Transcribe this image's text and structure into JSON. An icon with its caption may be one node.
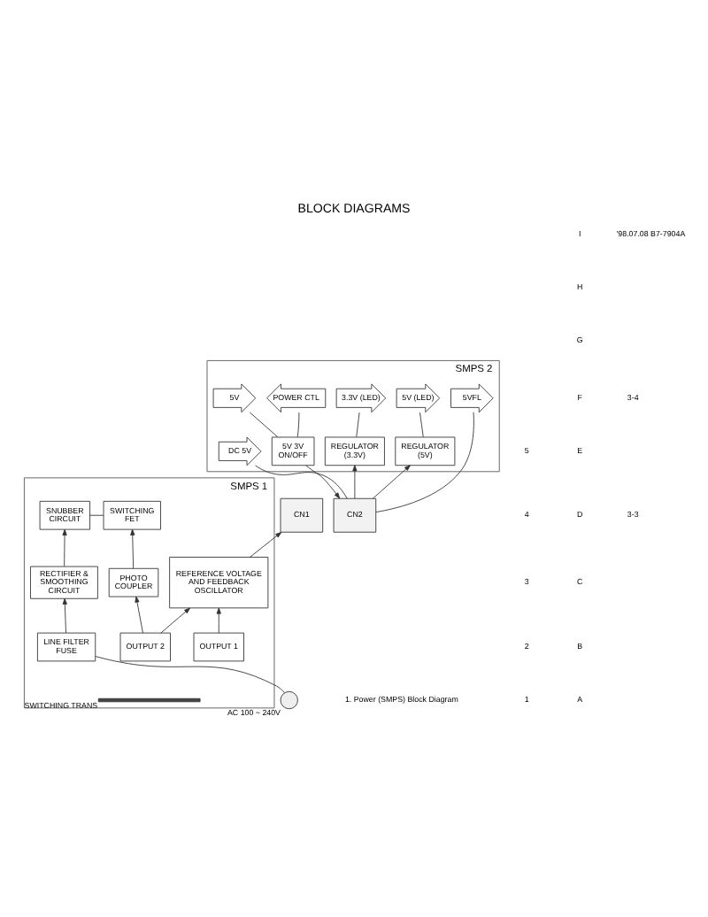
{
  "diagram": {
    "title": "BLOCK DIAGRAMS",
    "nodes": [
      {
        "text": [
          "SMPS 1"
        ]
      },
      {
        "text": [],
        "shape": "circle",
        "beside": [
          "AC 100 ~ 240V"
        ]
      },
      {
        "text": [
          "LINE FILTER FUSE"
        ],
        "in": 0
      },
      {
        "text": [
          "RECTIFIER & SMOOTHING CIRCUIT"
        ],
        "in": 0
      },
      {
        "text": [
          "SNUBBER CIRCUIT"
        ],
        "in": 0
      },
      {
        "text": [
          "SWITCHING FET"
        ],
        "in": 0
      },
      {
        "text": [
          "PHOTO COUPLER"
        ],
        "in": 0
      },
      {
        "text": [],
        "shape": "bar",
        "beside": [
          "SWITCHING TRANS"
        ],
        "in": 0
      },
      {
        "text": [
          "OUTPUT 1"
        ],
        "in": 0
      },
      {
        "text": [
          "OUTPUT 2"
        ],
        "in": 0
      },
      {
        "text": [
          "REFERENCE VOLTAGE AND FEEDBACK OSCILLATOR"
        ],
        "in": 0
      },
      {
        "text": [
          "CN1"
        ]
      },
      {
        "text": [
          "CN2"
        ]
      },
      {
        "text": [
          "SMPS 2"
        ]
      },
      {
        "text": [
          "REGULATOR (5V)"
        ],
        "in": 13
      },
      {
        "text": [
          "REGULATOR (3.3V)"
        ],
        "in": 13
      },
      {
        "text": [
          "5V 3V ON/OFF"
        ],
        "in": 13
      },
      {
        "text": [
          "5VFL"
        ],
        "in": 13
      },
      {
        "text": [
          "5V (LED)"
        ],
        "in": 13
      },
      {
        "text": [
          "3.3V (LED)"
        ],
        "in": 13
      },
      {
        "text": [
          "5V"
        ],
        "in": 13
      },
      {
        "text": [
          "POWER CTL"
        ],
        "in": 13
      },
      {
        "text": [
          "DC 5V"
        ],
        "in": 13
      }
    ],
    "edges": [
      {
        "from": 1,
        "to": 2,
        "arrow": "none"
      },
      {
        "from": 2,
        "to": 3,
        "arrow": "to"
      },
      {
        "from": 3,
        "to": 4,
        "arrow": "to"
      },
      {
        "from": 4,
        "to": 5,
        "arrow": "none"
      },
      {
        "from": 6,
        "to": 5,
        "arrow": "to"
      },
      {
        "from": 9,
        "to": 6,
        "arrow": "to"
      },
      {
        "from": 8,
        "to": 10,
        "arrow": "to"
      },
      {
        "from": 9,
        "to": 10,
        "arrow": "to"
      },
      {
        "from": 10,
        "to": 11,
        "arrow": "to"
      },
      {
        "from": 12,
        "to": 14,
        "arrow": "to"
      },
      {
        "from": 12,
        "to": 15,
        "arrow": "to"
      },
      {
        "from": 14,
        "to": 18,
        "arrow": "none"
      },
      {
        "from": 15,
        "to": 19,
        "arrow": "none"
      },
      {
        "from": 12,
        "to": 17,
        "arrow": "none"
      },
      {
        "from": 16,
        "to": 20,
        "arrow": "none"
      },
      {
        "from": 21,
        "to": 16,
        "arrow": "none"
      },
      {
        "from": 16,
        "to": 12,
        "arrow": "to"
      },
      {
        "from": 12,
        "to": 22,
        "arrow": "none"
      }
    ],
    "labels": [
      "1. Power (SMPS) Block Diagram",
      "5",
      "4",
      "3",
      "2",
      "1",
      "A",
      "B",
      "C",
      "D",
      "E",
      "F",
      "G",
      "H",
      "I",
      "3-3",
      "3-4",
      "'98.07.08 B7-7904A"
    ]
  }
}
